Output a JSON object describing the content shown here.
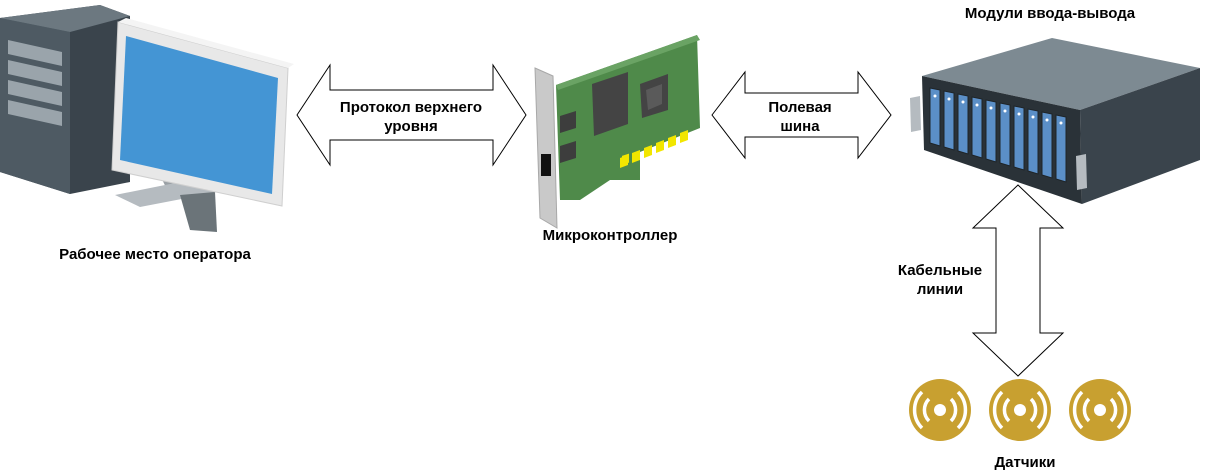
{
  "labels": {
    "workstation": "Рабочее место оператора",
    "microcontroller": "Микроконтроллер",
    "io_modules": "Модули ввода-вывода",
    "sensors": "Датчики",
    "upper_protocol_line1": "Протокол верхнего",
    "upper_protocol_line2": "уровня",
    "fieldbus_line1": "Полевая",
    "fieldbus_line2": "шина",
    "cables_line1": "Кабельные",
    "cables_line2": "линии"
  },
  "colors": {
    "tower_front": "#4e5a63",
    "tower_side": "#3a444c",
    "monitor_frame": "#e8e8e8",
    "monitor_screen": "#4495d4",
    "pcb_green": "#4f8a4a",
    "pcb_chip": "#444444",
    "pcb_contacts": "#f2e600",
    "bracket": "#c9c9c9",
    "rack_top": "#7d8a92",
    "rack_front": "#3a444c",
    "rack_slot": "#5b8fc7",
    "sensor_gold": "#c8a030"
  },
  "icons": [
    "computer-icon",
    "pcb-card-icon",
    "server-rack-icon",
    "sensor-icon"
  ]
}
